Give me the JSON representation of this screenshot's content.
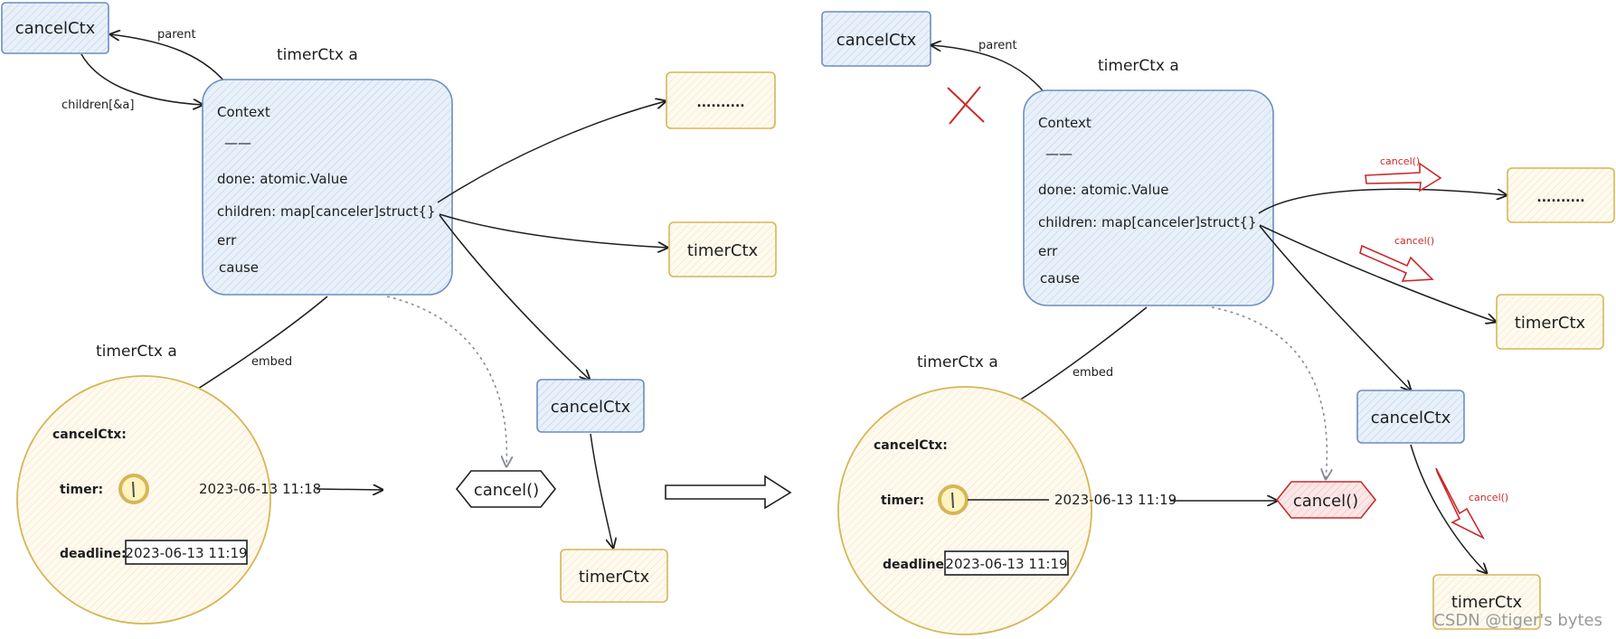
{
  "colors": {
    "blue_fill": "#dbe8f6",
    "blue_stroke": "#6c8ebf",
    "yellow_fill": "#fdf6dc",
    "yellow_stroke": "#d6b656",
    "red_stroke": "#c92a2a",
    "red_fill": "#f8d7d7"
  },
  "before": {
    "parent_ctx": "cancelCtx",
    "edge_parent": "parent",
    "edge_children": "children[&a]",
    "ctx_title": "timerCtx  a",
    "context_box": {
      "title": "Context",
      "sep": "——",
      "done": "done: atomic.Value",
      "children": "children: map[canceler]struct{}",
      "err": "err",
      "cause": "cause"
    },
    "child_dots": "..........",
    "child_timer1": "timerCtx",
    "child_cancel": "cancelCtx",
    "child_timer2": "timerCtx",
    "circle_title": "timerCtx  a",
    "edge_embed": "embed",
    "circle": {
      "cancel_label": "cancelCtx:",
      "timer_label": "timer:",
      "timer_time": "2023-06-13 11:18",
      "deadline_label": "deadline:",
      "deadline_value": "2023-06-13 11:19"
    },
    "cancel_fn": "cancel()"
  },
  "after": {
    "parent_ctx": "cancelCtx",
    "edge_parent": "parent",
    "ctx_title": "timerCtx  a",
    "context_box": {
      "title": "Context",
      "sep": "——",
      "done": "done: atomic.Value",
      "children": "children: map[canceler]struct{}",
      "err": "err",
      "cause": "cause"
    },
    "child_dots": "..........",
    "child_timer1": "timerCtx",
    "child_cancel": "cancelCtx",
    "child_timer2": "timerCtx",
    "cancel_call_1": "cancel()",
    "cancel_call_2": "cancel()",
    "cancel_call_3": "cancel()",
    "circle_title": "timerCtx  a",
    "edge_embed": "embed",
    "circle": {
      "cancel_label": "cancelCtx:",
      "timer_label": "timer:",
      "timer_time": "2023-06-13 11:19",
      "deadline_label": "deadline:",
      "deadline_value": "2023-06-13 11:19"
    },
    "cancel_fn": "cancel()"
  },
  "watermark": "CSDN @tiger's bytes"
}
